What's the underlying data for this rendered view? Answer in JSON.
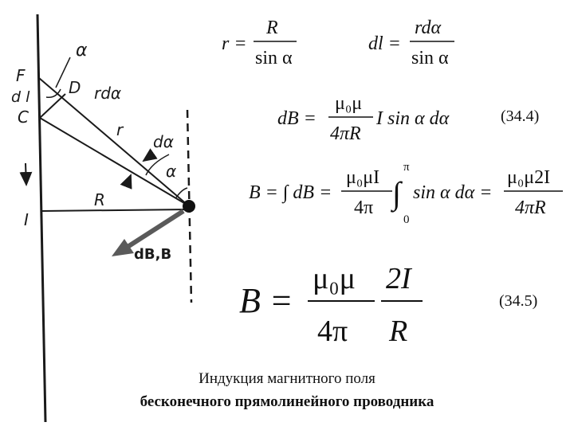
{
  "diagram": {
    "labels": {
      "alpha_top": "α",
      "F": "F",
      "dl": "d l",
      "D": "D",
      "rdalpha": "rdα",
      "C": "C",
      "r": "r",
      "dalpha": "dα",
      "alpha_right": "α",
      "R": "R",
      "I": "I",
      "dB_B": "dB,B"
    }
  },
  "equations": {
    "eq1": {
      "lhs": "r =",
      "num": "R",
      "den": "sin α"
    },
    "eq2": {
      "lhs": "dl =",
      "num": "rdα",
      "den": "sin α"
    },
    "eq3": {
      "lhs": "dB =",
      "num": "μ₀μ",
      "den": "4πR",
      "rhs": "I sin α dα",
      "number": "(34.4)"
    },
    "eq4": {
      "lhs": "B = ∫ dB =",
      "num1": "μ₀μI",
      "den1": "4π",
      "int_upper": "π",
      "int_lower": "0",
      "integrand": "sin α dα =",
      "num2": "μ₀μ2I",
      "den2": "4πR"
    },
    "eq5": {
      "lhs": "B =",
      "num1": "μ₀μ",
      "den1": "4π",
      "num2": "2I",
      "den2": "R",
      "number": "(34.5)"
    }
  },
  "caption": {
    "line1": "Индукция магнитного поля",
    "line2": "бесконечного прямолинейного проводника"
  }
}
